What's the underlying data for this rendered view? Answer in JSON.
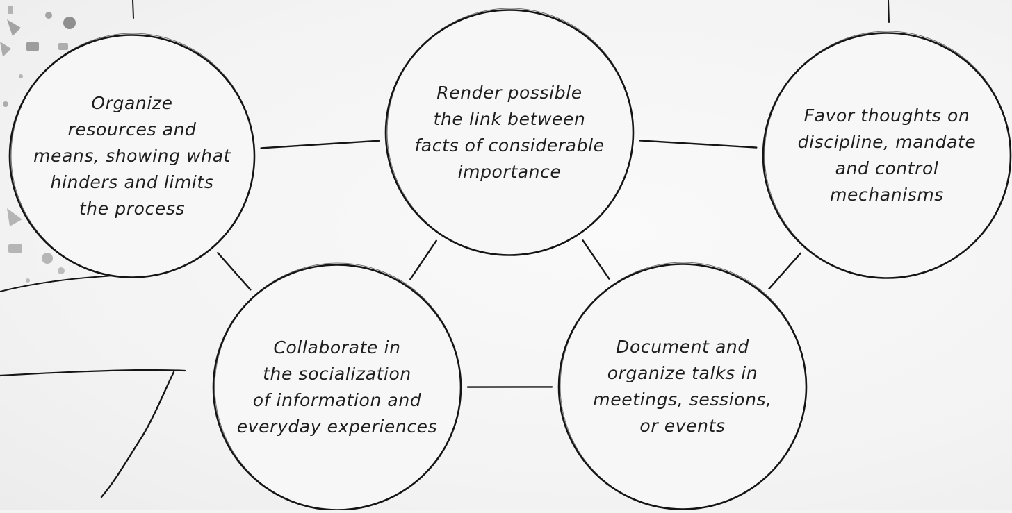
{
  "nodes": [
    {
      "id": "organize",
      "lines": [
        "Organize",
        "resources and",
        "means, showing what",
        "hinders and limits",
        "the process"
      ]
    },
    {
      "id": "render",
      "lines": [
        "Render possible",
        "the link between",
        "facts of considerable",
        "importance"
      ]
    },
    {
      "id": "favor",
      "lines": [
        "Favor thoughts on",
        "discipline, mandate",
        "and control",
        "mechanisms"
      ]
    },
    {
      "id": "collaborate",
      "lines": [
        "Collaborate in",
        "the socialization",
        "of information and",
        "everyday experiences"
      ]
    },
    {
      "id": "document",
      "lines": [
        "Document and",
        "organize talks in",
        "meetings, sessions,",
        "or events"
      ]
    }
  ],
  "connections": [
    [
      "organize",
      "render"
    ],
    [
      "render",
      "favor"
    ],
    [
      "organize",
      "collaborate"
    ],
    [
      "render",
      "collaborate"
    ],
    [
      "render",
      "document"
    ],
    [
      "collaborate",
      "document"
    ],
    [
      "favor",
      "document"
    ]
  ]
}
